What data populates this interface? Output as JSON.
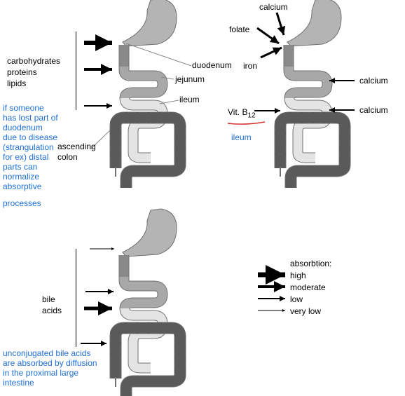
{
  "panel_topleft": {
    "nutrients": [
      "carbohydrates",
      "proteins",
      "lipids"
    ],
    "label_duodenum": "duodenum",
    "label_jejunum": "jejunum",
    "label_ileum": "ileum",
    "label_ascending_colon_1": "ascending",
    "label_ascending_colon_2": "colon",
    "note": [
      "if someone",
      "has lost part of",
      "duodenum",
      "due to disease",
      "(strangulation",
      "for ex) distal",
      "parts can",
      "normalize",
      "absorptive",
      "processes"
    ]
  },
  "panel_topright": {
    "label_calcium_top": "calcium",
    "label_folate": "folate",
    "label_iron": "iron",
    "label_calcium_jejunum": "calcium",
    "label_calcium_ileum": "calcium",
    "label_vitb12": "Vit. B",
    "label_vitb12_sub": "12",
    "label_ileum_blue": "ileum"
  },
  "panel_bottomleft": {
    "label_bile_1": "bile",
    "label_bile_2": "acids",
    "note": [
      "unconjugated bile acids",
      "are absorbed by diffusion",
      "in the proximal large",
      "intestine"
    ]
  },
  "legend": {
    "title": "absorbtion:",
    "items": [
      "high",
      "moderate",
      "low",
      "very low"
    ]
  },
  "colors": {
    "stomach": "#b4b4b4",
    "duodenum": "#8a8a8a",
    "jejunum": "#a8a8a8",
    "ileum": "#e4e4e4",
    "colon": "#5a5a5a",
    "outline": "#707070",
    "note_blue": "#1f6fd6",
    "red_underline": "#d0312d"
  }
}
